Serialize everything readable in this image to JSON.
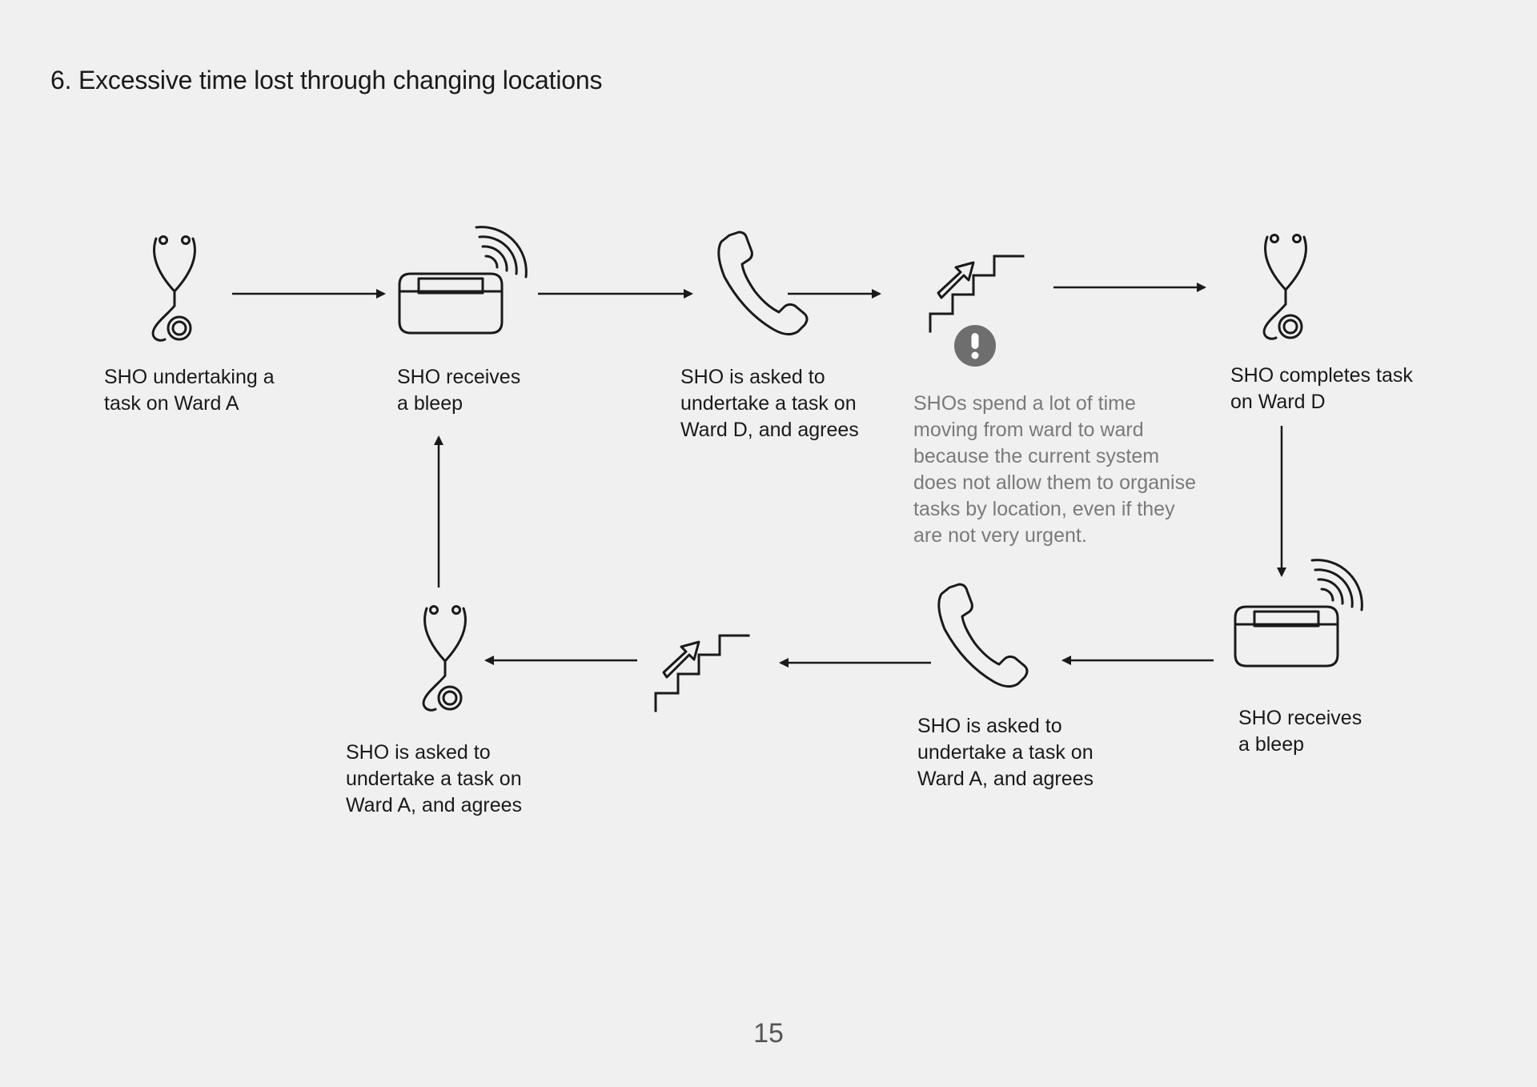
{
  "title": "6. Excessive time lost through changing locations",
  "steps": [
    {
      "label": "SHO undertaking a\ntask on Ward A",
      "icon": "stethoscope-icon"
    },
    {
      "label": "SHO receives\na bleep",
      "icon": "pager-icon"
    },
    {
      "label": "SHO is asked to\nundertake a task on\nWard D, and agrees",
      "icon": "phone-icon"
    },
    {
      "label": "SHOs spend a lot of time\nmoving from ward to ward\nbecause the current system\ndoes not allow them to organise\ntasks by location, even if they\nare not very urgent.",
      "icon": "stairs-warning-icon"
    },
    {
      "label": "SHO completes task\non Ward D",
      "icon": "stethoscope-icon"
    },
    {
      "label": "SHO receives\na bleep",
      "icon": "pager-icon"
    },
    {
      "label": "SHO is asked to\nundertake a task on\nWard A, and agrees",
      "icon": "phone-icon"
    },
    {
      "label": "",
      "icon": "stairs-icon"
    },
    {
      "label": "SHO is asked to\nundertake a task on\nWard A, and agrees",
      "icon": "stethoscope-icon"
    }
  ],
  "page_number": "15",
  "colors": {
    "background": "#f0f0f0",
    "ink": "#1a1a1a",
    "note": "#7a7a7a",
    "warning_badge": "#6e6e6e"
  }
}
